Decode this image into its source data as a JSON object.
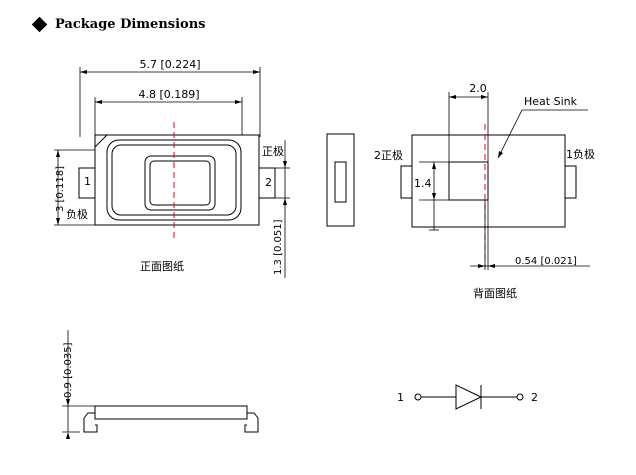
{
  "header": {
    "title": "Package Dimensions"
  },
  "front": {
    "dim_length": "5.7 [0.224]",
    "dim_inner": "4.8 [0.189]",
    "dim_height": "3 [0.118]",
    "dim_lead": "1.3 [0.051]",
    "pin1": "1",
    "pin2": "2",
    "anode": "正极",
    "cathode": "负极",
    "caption": "正面图纸"
  },
  "back": {
    "dim_pad_width": "2.0",
    "heat_sink": "Heat Sink",
    "dim_pad_height": "1.4",
    "dim_offset": "0.54 [0.021]",
    "pin2_anode": "2正极",
    "pin1_cathode": "1负极",
    "caption": "背面图纸"
  },
  "side": {
    "dim_thickness": "0.9 [0.035]"
  },
  "symbol": {
    "pin1": "1",
    "pin2": "2"
  }
}
